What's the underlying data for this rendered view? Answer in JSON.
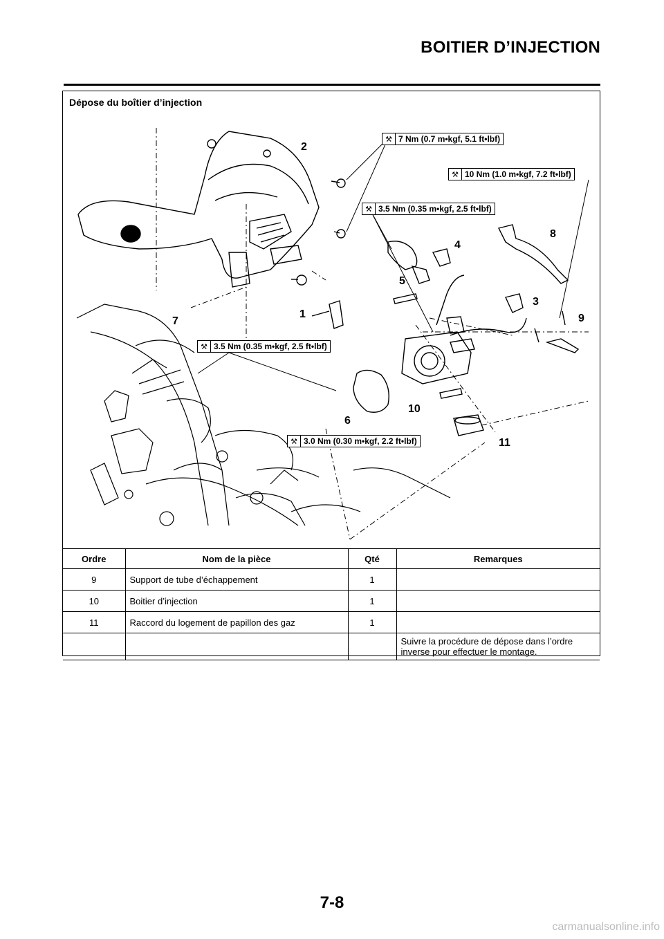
{
  "header": {
    "title": "BOITIER D’INJECTION"
  },
  "section": {
    "title": "Dépose du boîtier d’injection"
  },
  "torque_specs": [
    "7 Nm (0.7 m•kgf, 5.1 ft•lbf)",
    "10 Nm (1.0 m•kgf, 7.2 ft•lbf)",
    "3.5 Nm (0.35 m•kgf, 2.5 ft•lbf)",
    "3.5 Nm (0.35 m•kgf, 2.5 ft•lbf)",
    "3.0 Nm (0.30 m•kgf, 2.2 ft•lbf)"
  ],
  "torque_icon": "wrench-icon",
  "callouts": [
    "1",
    "2",
    "3",
    "4",
    "5",
    "6",
    "7",
    "8",
    "9",
    "10",
    "11"
  ],
  "table": {
    "headers": [
      "Ordre",
      "Nom de la pièce",
      "Qté",
      "Remarques"
    ],
    "rows": [
      {
        "order": "9",
        "name": "Support de tube d’échappement",
        "qty": "1",
        "remarks": ""
      },
      {
        "order": "10",
        "name": "Boitier d’injection",
        "qty": "1",
        "remarks": ""
      },
      {
        "order": "11",
        "name": "Raccord du logement de papillon des gaz",
        "qty": "1",
        "remarks": ""
      },
      {
        "order": "",
        "name": "",
        "qty": "",
        "remarks": "Suivre la procédure de dépose dans l’ordre inverse pour effectuer le montage."
      }
    ]
  },
  "footer": {
    "page_number": "7-8",
    "watermark": "carmanualsonline.info"
  }
}
